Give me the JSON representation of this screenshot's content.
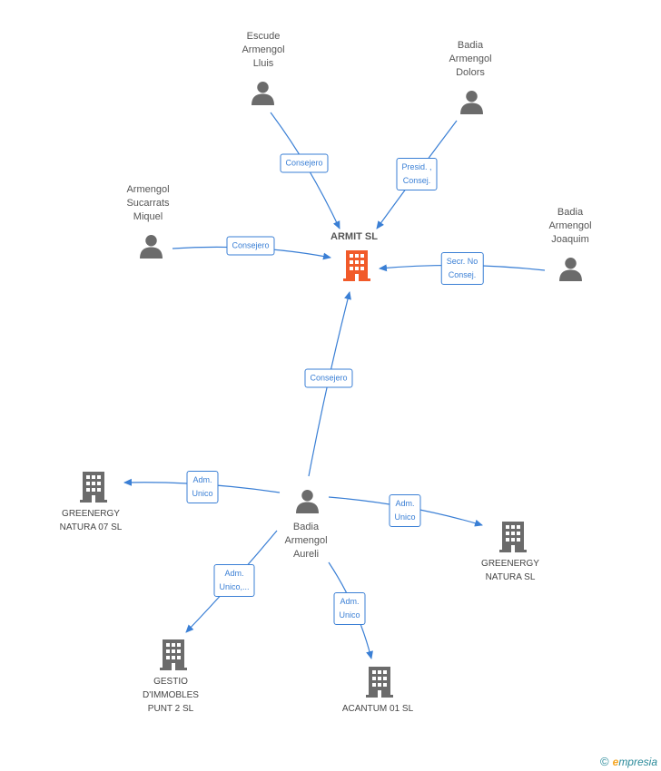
{
  "center": {
    "label": "ARMIT SL",
    "color": "#f15a29"
  },
  "people": [
    {
      "id": "escude",
      "label": "Escude\nArmengol\nLluis"
    },
    {
      "id": "badia_dolors",
      "label": "Badia\nArmengol\nDolors"
    },
    {
      "id": "armengol_miquel",
      "label": "Armengol\nSucarrats\nMiquel"
    },
    {
      "id": "badia_joaquim",
      "label": "Badia\nArmengol\nJoaquim"
    },
    {
      "id": "badia_aureli",
      "label": "Badia\nArmengol\nAureli"
    }
  ],
  "companies": [
    {
      "id": "greenergy07",
      "label": "GREENERGY\nNATURA 07 SL"
    },
    {
      "id": "greenergy",
      "label": "GREENERGY\nNATURA SL"
    },
    {
      "id": "gestio",
      "label": "GESTIO\nD'IMMOBLES\nPUNT 2  SL"
    },
    {
      "id": "acantum",
      "label": "ACANTUM 01 SL"
    }
  ],
  "edges": [
    {
      "id": "e1",
      "label": "Consejero"
    },
    {
      "id": "e2",
      "label": "Presid. ,\nConsej."
    },
    {
      "id": "e3",
      "label": "Consejero"
    },
    {
      "id": "e4",
      "label": "Secr.  No\nConsej."
    },
    {
      "id": "e5",
      "label": "Consejero"
    },
    {
      "id": "e6",
      "label": "Adm.\nUnico"
    },
    {
      "id": "e7",
      "label": "Adm.\nUnico"
    },
    {
      "id": "e8",
      "label": "Adm.\nUnico,..."
    },
    {
      "id": "e9",
      "label": "Adm.\nUnico"
    }
  ],
  "colors": {
    "edge": "#3a7fd5",
    "person": "#6b6b6b",
    "company": "#6b6b6b"
  },
  "icons": {
    "person": "person-icon",
    "company": "building-icon"
  },
  "footer": {
    "copyright": "©",
    "brand_first": "e",
    "brand_rest": "mpresia"
  }
}
